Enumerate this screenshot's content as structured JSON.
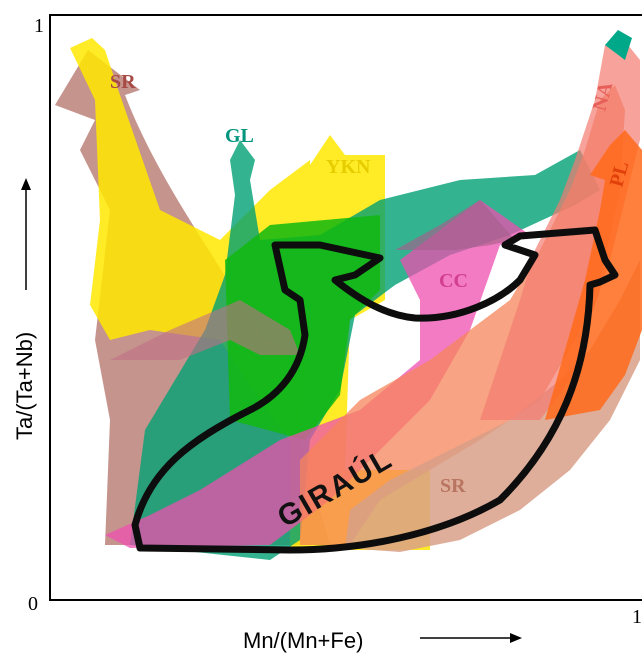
{
  "diagram": {
    "x_axis_label": "Mn/(Mn+Fe)",
    "y_axis_label": "Ta/(Ta+Nb)",
    "y_tick_top": "1",
    "origin_tick": "0",
    "x_tick_right": "1",
    "fields": [
      {
        "label": "SR",
        "color": "#b5685f"
      },
      {
        "label": "GL",
        "color": "#00a88a"
      },
      {
        "label": "YKN",
        "color": "#f5e400"
      },
      {
        "label": "CC",
        "color": "#e24aa0"
      },
      {
        "label": "NA",
        "color": "#f07a72"
      },
      {
        "label": "PL",
        "color": "#f25a10"
      },
      {
        "label": "SR",
        "color": "#d2907a"
      }
    ],
    "trend": {
      "label": "GIRAÚL",
      "color": "#111111"
    }
  }
}
